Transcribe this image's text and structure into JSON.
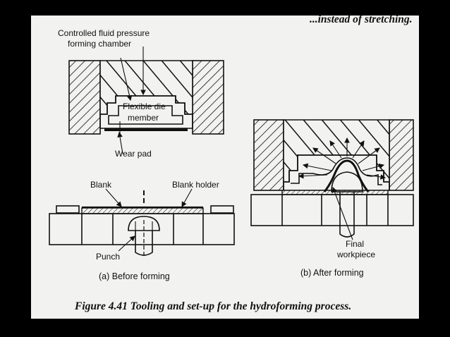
{
  "labels": {
    "top_fragment": "...instead of stretching.",
    "controlled_fluid_1": "Controlled fluid pressure",
    "controlled_fluid_2": "forming chamber",
    "flexible_1": "Flexible die",
    "flexible_2": "member",
    "wear_pad": "Wear pad",
    "blank": "Blank",
    "blank_holder": "Blank holder",
    "punch": "Punch",
    "final_1": "Final",
    "final_2": "workpiece"
  },
  "subcaptions": {
    "a": "(a) Before forming",
    "b": "(b) After forming"
  },
  "caption": "Figure 4.41 Tooling and set-up for the hydroforming process."
}
